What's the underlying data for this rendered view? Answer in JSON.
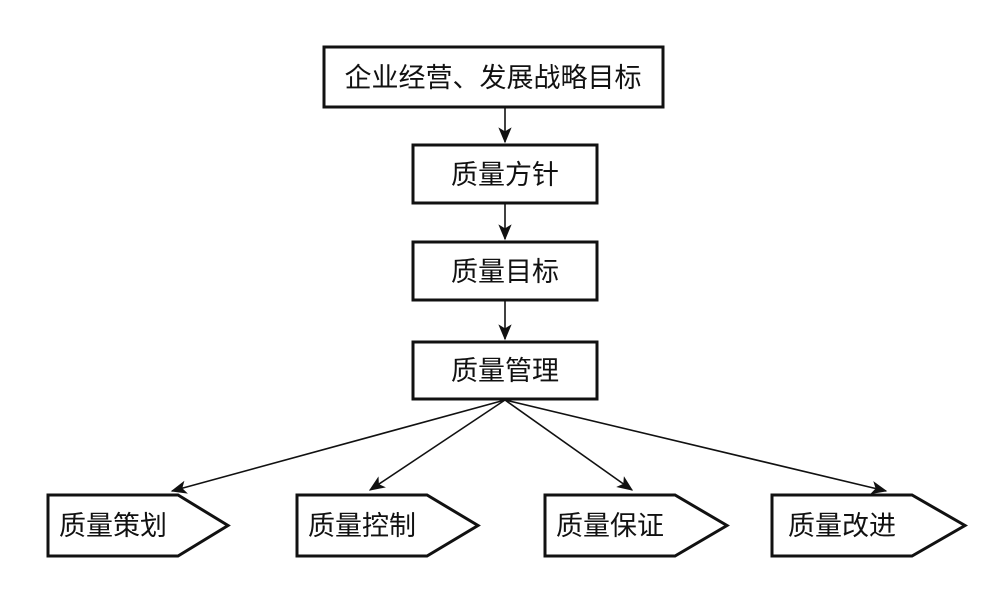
{
  "diagram": {
    "type": "flowchart",
    "background_color": "#ffffff",
    "line_color": "#111111",
    "nodes": [
      {
        "id": "strategy",
        "shape": "rectangle",
        "label": "企业经营、发展战略目标"
      },
      {
        "id": "policy",
        "shape": "rectangle",
        "label": "质量方针"
      },
      {
        "id": "objectives",
        "shape": "rectangle",
        "label": "质量目标"
      },
      {
        "id": "management",
        "shape": "rectangle",
        "label": "质量管理"
      }
    ],
    "branches": [
      {
        "id": "planning",
        "shape": "right-arrow-pentagon",
        "label": "质量策划"
      },
      {
        "id": "control",
        "shape": "right-arrow-pentagon",
        "label": "质量控制"
      },
      {
        "id": "assurance",
        "shape": "right-arrow-pentagon",
        "label": "质量保证"
      },
      {
        "id": "improvement",
        "shape": "right-arrow-pentagon",
        "label": "质量改进"
      }
    ],
    "edges": [
      {
        "from": "strategy",
        "to": "policy"
      },
      {
        "from": "policy",
        "to": "objectives"
      },
      {
        "from": "objectives",
        "to": "management"
      },
      {
        "from": "management",
        "to": "planning"
      },
      {
        "from": "management",
        "to": "control"
      },
      {
        "from": "management",
        "to": "assurance"
      },
      {
        "from": "management",
        "to": "improvement"
      }
    ]
  }
}
